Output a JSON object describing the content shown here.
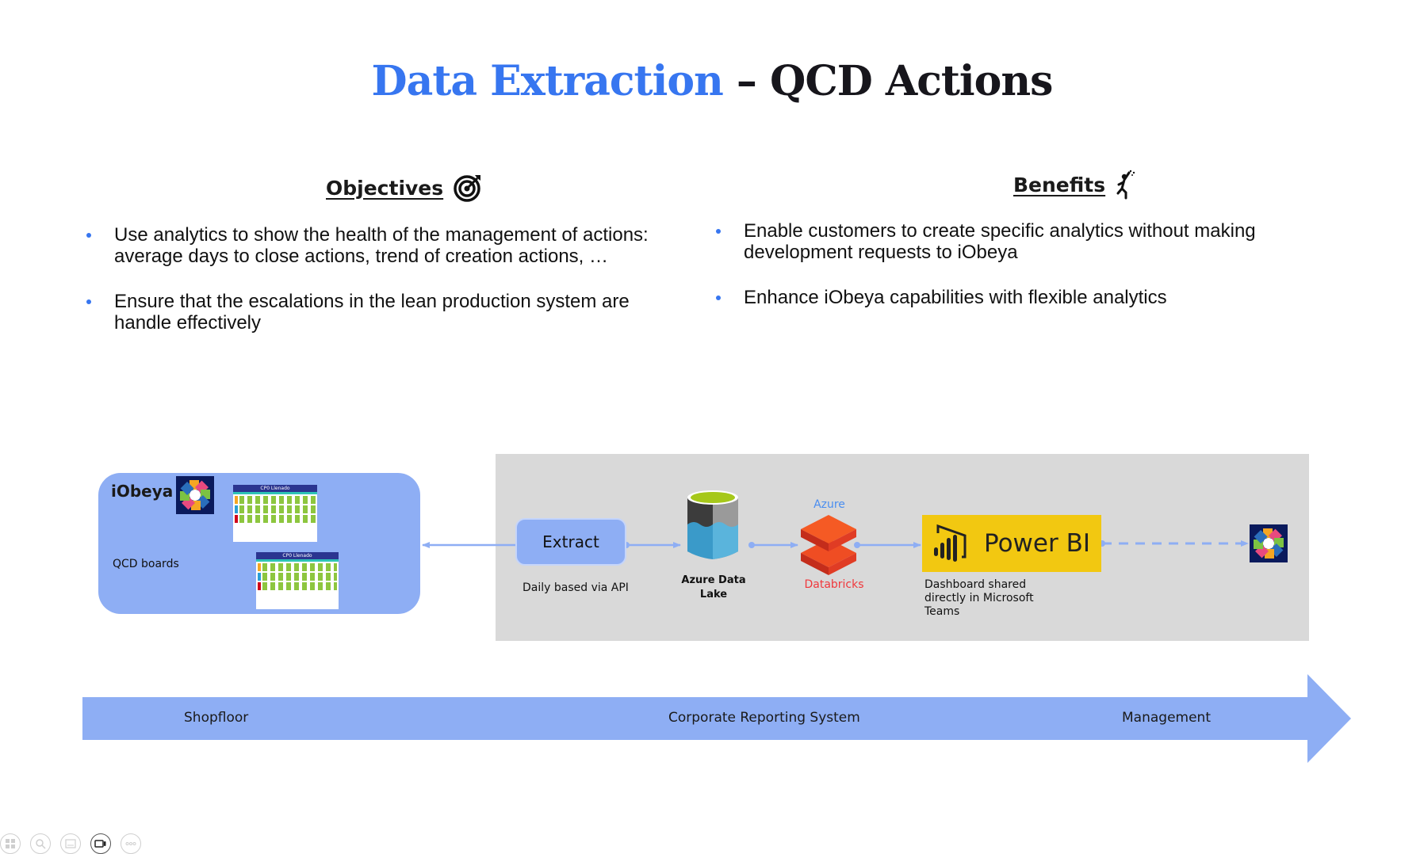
{
  "title": {
    "highlight": "Data Extraction",
    "rest": " – QCD Actions",
    "highlight_color": "#3776f0"
  },
  "objectives": {
    "heading": "Objectives",
    "icon": "target-icon",
    "items": [
      "Use analytics to show the health of the management of actions: average days to close actions, trend of creation actions, …",
      "Ensure that the escalations in the lean production system are handle effectively"
    ]
  },
  "benefits": {
    "heading": "Benefits",
    "icon": "celebrating-person-icon",
    "items": [
      "Enable customers to create specific analytics without making development requests to iObeya",
      "Enhance iObeya capabilities with flexible analytics"
    ]
  },
  "diagram": {
    "iobeya": {
      "label": "iObeya",
      "sublabel": "QCD boards",
      "board_title": "CP0 Llenado",
      "logo": "iobeya-logo-icon"
    },
    "extract": {
      "label": "Extract",
      "caption": "Daily based via API"
    },
    "data_lake": {
      "label_line1": "Azure Data",
      "label_line2": "Lake",
      "icon": "azure-data-lake-icon"
    },
    "databricks": {
      "top": "Azure",
      "bottom": "Databricks",
      "icon": "databricks-icon"
    },
    "powerbi": {
      "label": "Power BI",
      "caption_line1": "Dashboard shared",
      "caption_line2": "directly in Microsoft",
      "caption_line3": "Teams",
      "icon": "powerbi-icon"
    },
    "target": {
      "icon": "iobeya-logo-icon"
    }
  },
  "flow_band": {
    "labels": [
      "Shopfloor",
      "Corporate Reporting System",
      "Management"
    ],
    "color": "#8eaef4"
  },
  "controls": [
    "grid-icon",
    "zoom-icon",
    "subtitles-icon",
    "video-icon",
    "more-icon"
  ]
}
